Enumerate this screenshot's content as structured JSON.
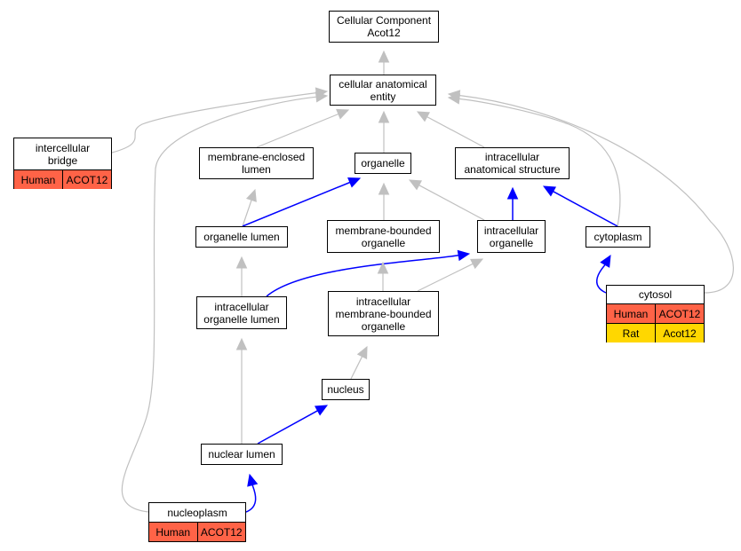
{
  "colors": {
    "gray_edge": "#c0c0c0",
    "blue_edge": "#0000ff",
    "human": "#ff6347",
    "rat": "#ffd700"
  },
  "nodes": {
    "cc": {
      "label": "Cellular Component\nAcot12"
    },
    "cae": {
      "label": "cellular anatomical\nentity"
    },
    "ib": {
      "label": "intercellular\nbridge",
      "annotations": [
        {
          "species": "Human",
          "gene": "ACOT12"
        }
      ]
    },
    "mel": {
      "label": "membrane-enclosed\nlumen"
    },
    "org": {
      "label": "organelle"
    },
    "ias": {
      "label": "intracellular\nanatomical structure"
    },
    "orgl": {
      "label": "organelle lumen"
    },
    "mbo": {
      "label": "membrane-bounded\norganelle"
    },
    "io": {
      "label": "intracellular\norganelle"
    },
    "cyto": {
      "label": "cytoplasm"
    },
    "cytosol": {
      "label": "cytosol",
      "annotations": [
        {
          "species": "Human",
          "gene": "ACOT12"
        },
        {
          "species": "Rat",
          "gene": "Acot12"
        }
      ]
    },
    "iol": {
      "label": "intracellular\norganelle lumen"
    },
    "imbo": {
      "label": "intracellular\nmembrane-bounded\norganelle"
    },
    "nuc": {
      "label": "nucleus"
    },
    "nl": {
      "label": "nuclear lumen"
    },
    "np": {
      "label": "nucleoplasm",
      "annotations": [
        {
          "species": "Human",
          "gene": "ACOT12"
        }
      ]
    }
  },
  "edges": [
    {
      "from": "cae",
      "to": "cc",
      "type": "is_a"
    },
    {
      "from": "ib",
      "to": "cae",
      "type": "is_a"
    },
    {
      "from": "np",
      "to": "cae",
      "type": "is_a"
    },
    {
      "from": "mel",
      "to": "cae",
      "type": "is_a"
    },
    {
      "from": "org",
      "to": "cae",
      "type": "is_a"
    },
    {
      "from": "ias",
      "to": "cae",
      "type": "is_a"
    },
    {
      "from": "cyto",
      "to": "cae",
      "type": "is_a"
    },
    {
      "from": "cytosol",
      "to": "cae",
      "type": "is_a"
    },
    {
      "from": "orgl",
      "to": "mel",
      "type": "is_a"
    },
    {
      "from": "orgl",
      "to": "org",
      "type": "part_of"
    },
    {
      "from": "mbo",
      "to": "org",
      "type": "is_a"
    },
    {
      "from": "io",
      "to": "org",
      "type": "is_a"
    },
    {
      "from": "io",
      "to": "ias",
      "type": "part_of"
    },
    {
      "from": "cyto",
      "to": "ias",
      "type": "part_of"
    },
    {
      "from": "iol",
      "to": "orgl",
      "type": "is_a"
    },
    {
      "from": "iol",
      "to": "io",
      "type": "part_of"
    },
    {
      "from": "imbo",
      "to": "mbo",
      "type": "is_a"
    },
    {
      "from": "imbo",
      "to": "io",
      "type": "is_a"
    },
    {
      "from": "cytosol",
      "to": "cyto",
      "type": "part_of"
    },
    {
      "from": "nuc",
      "to": "imbo",
      "type": "is_a"
    },
    {
      "from": "nl",
      "to": "iol",
      "type": "is_a"
    },
    {
      "from": "nl",
      "to": "nuc",
      "type": "part_of"
    },
    {
      "from": "np",
      "to": "nl",
      "type": "part_of"
    }
  ]
}
